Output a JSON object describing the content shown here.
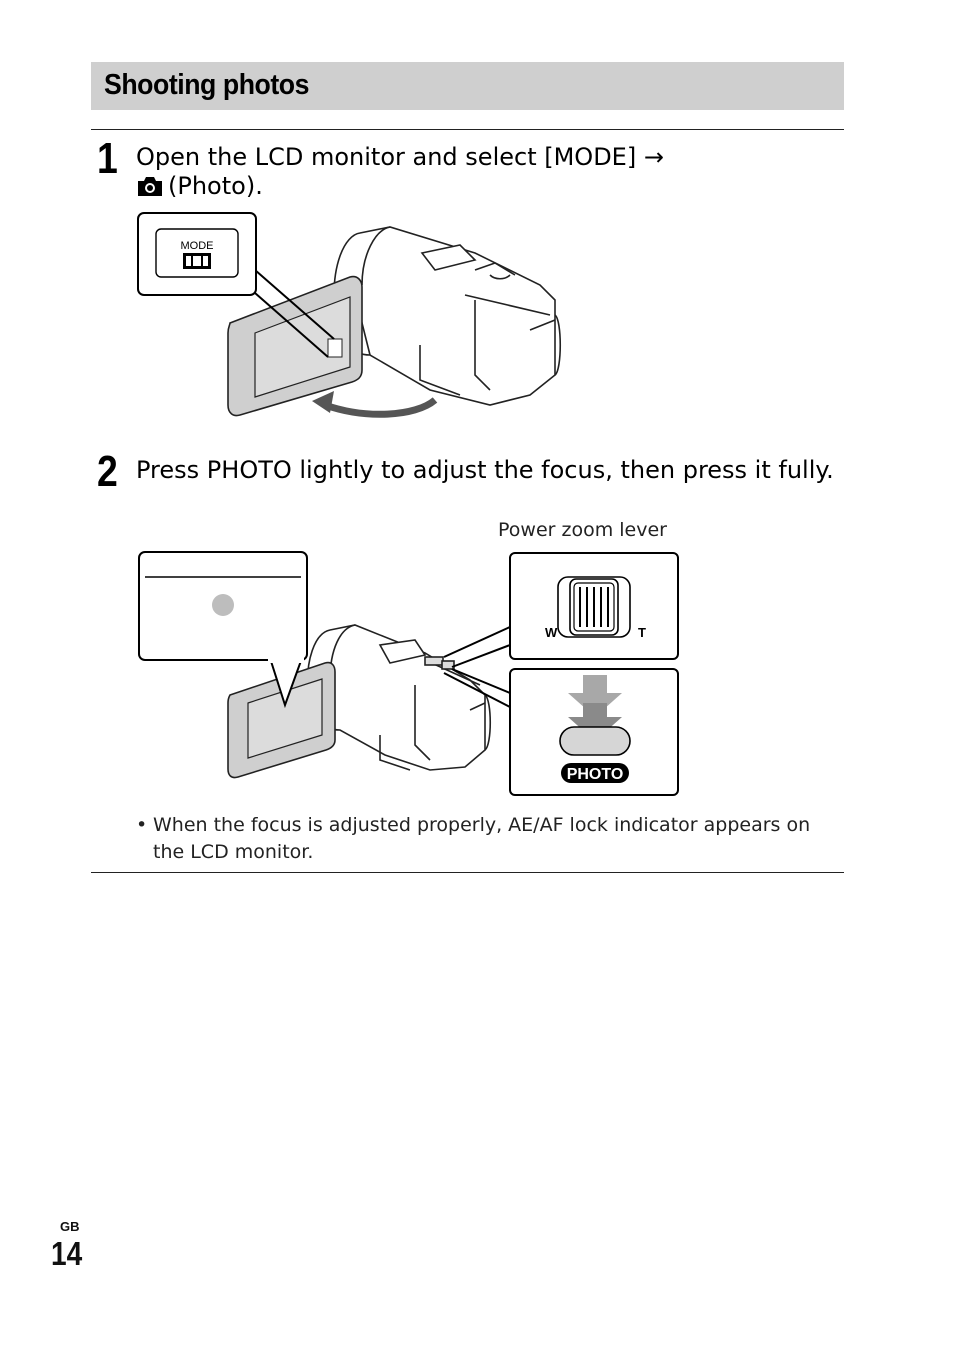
{
  "section": {
    "title": "Shooting photos"
  },
  "step1": {
    "number": "1",
    "text_line1": "Open the LCD monitor and select [MODE] →",
    "text_line2": "(Photo).",
    "mode_button_label": "MODE"
  },
  "step2": {
    "number": "2",
    "text": "Press PHOTO lightly to adjust the focus, then press it fully.",
    "caption_power_zoom": "Power zoom lever",
    "zoom_w": "W",
    "zoom_t": "T",
    "photo_button_label": "PHOTO"
  },
  "note": {
    "bullet": "•",
    "text": "When the focus is adjusted properly, AE/AF lock indicator appears on the LCD monitor."
  },
  "footer": {
    "lang": "GB",
    "page": "14"
  }
}
